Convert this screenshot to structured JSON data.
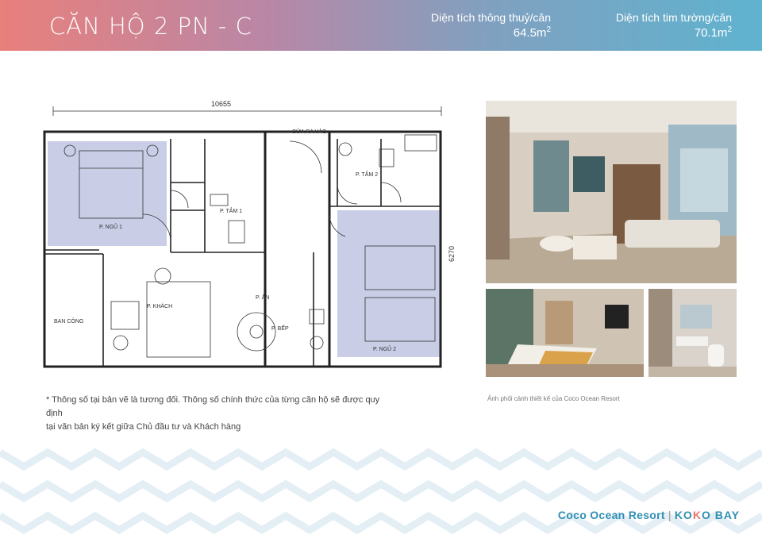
{
  "header": {
    "title": "CĂN HỘ 2 PN - C",
    "area_net_label": "Diện tích thông thuỷ/căn",
    "area_net_value": "64.5m",
    "area_gross_label": "Diện tích tim tường/căn",
    "area_gross_value": "70.1m",
    "unit_sup": "2"
  },
  "floorplan": {
    "dim_width": "10655",
    "dim_height": "6270",
    "entrance": "CỬA RA VÀO",
    "rooms": {
      "bedroom1": "P. NGỦ 1",
      "bath1": "P. TẮM 1",
      "bath2": "P. TẮM 2",
      "living": "P. KHÁCH",
      "dining": "P. ĂN",
      "kitchen": "P. BẾP",
      "balcony": "BAN CÔNG",
      "bedroom2": "P. NGỦ 2"
    }
  },
  "note": {
    "line1": "* Thông số tại bản vẽ là tương đối. Thông số chính thức của từng căn hộ sẽ được quy định",
    "line2": "tại văn bản ký kết giữa Chủ đầu tư và Khách hàng"
  },
  "photo_caption": "Ảnh phối cảnh thiết kế của Coco Ocean Resort",
  "footer": {
    "brand": "Coco Ocean Resort",
    "separator": "|",
    "logo_a": "KO",
    "logo_b": "K",
    "logo_c": "O BAY"
  },
  "colors": {
    "header_left": "#e8807c",
    "header_right": "#5fb3cf",
    "room_fill": "#c9cde6",
    "brand": "#2f8fb3"
  }
}
